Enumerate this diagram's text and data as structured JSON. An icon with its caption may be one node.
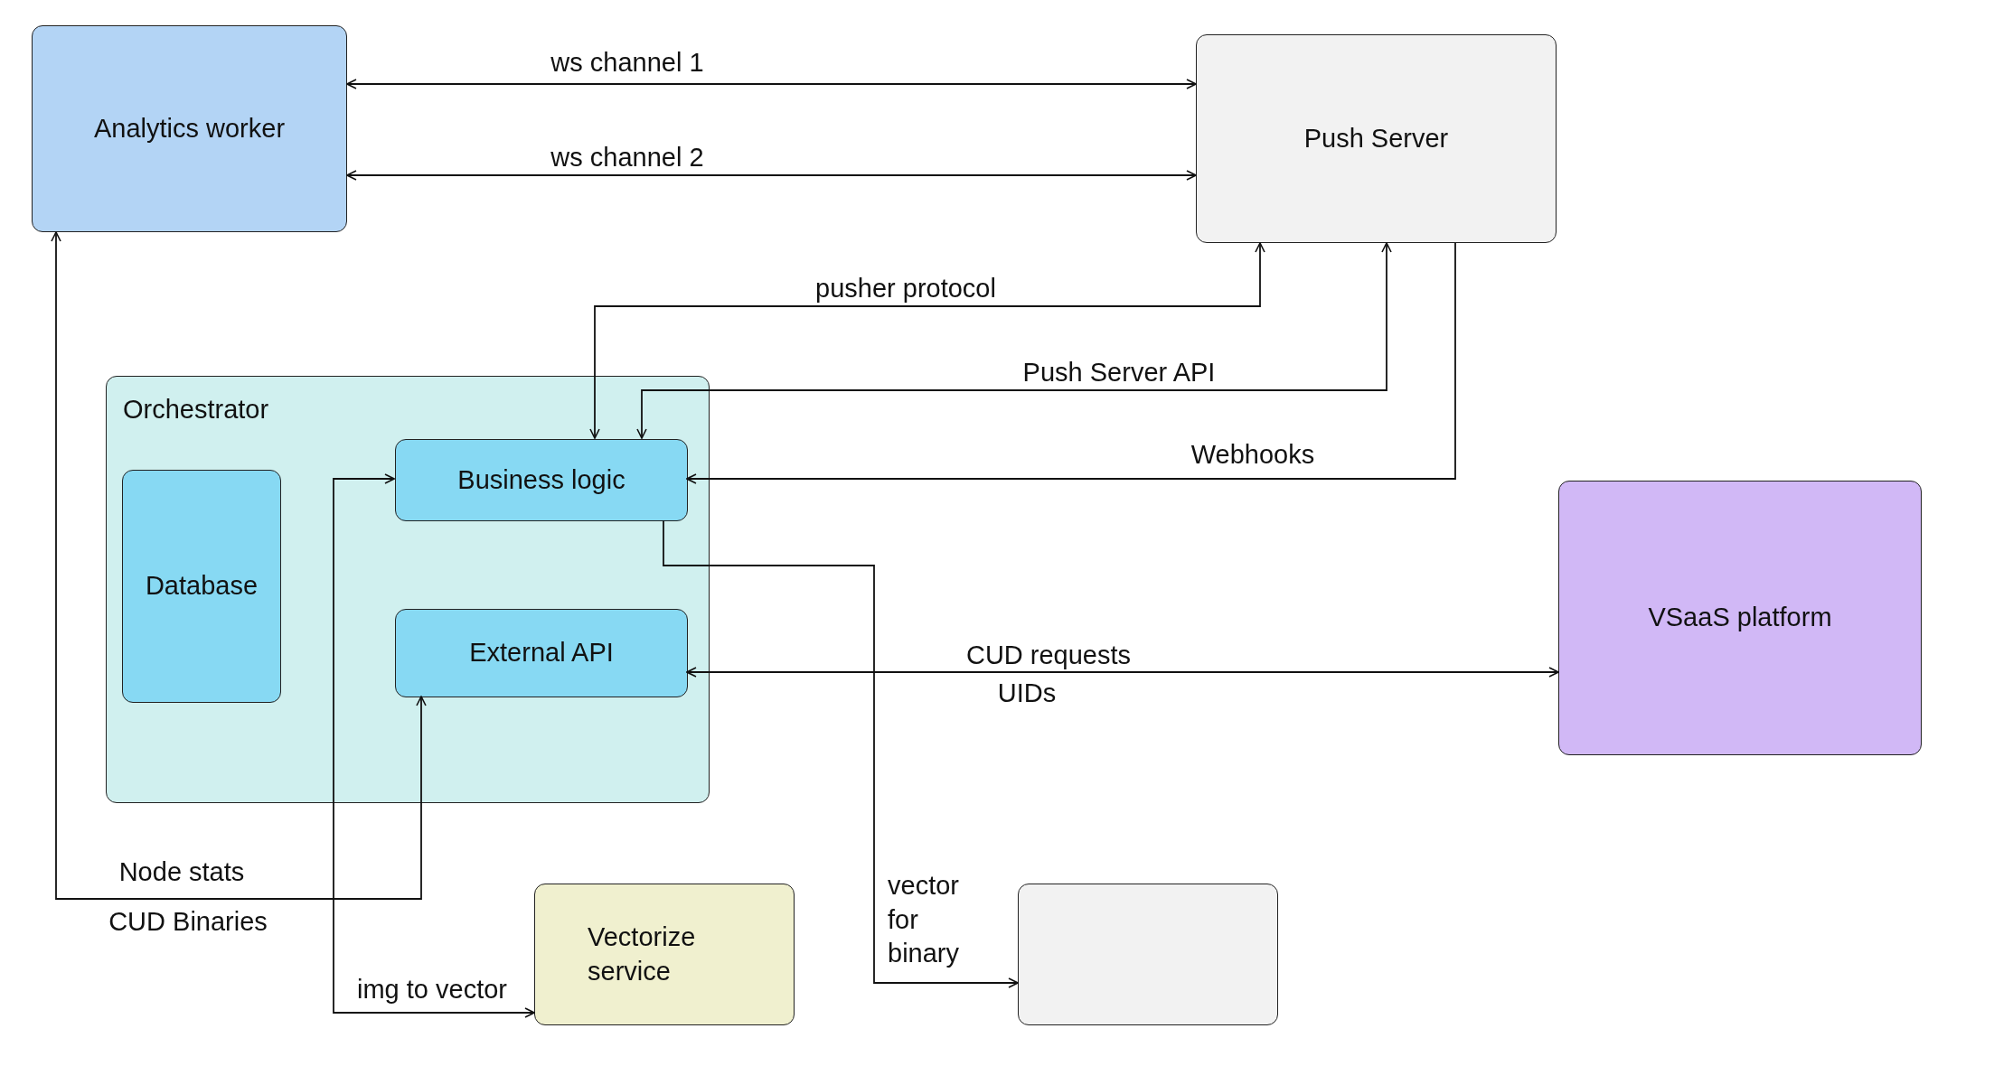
{
  "diagram": {
    "nodes": [
      {
        "text": [
          "Analytics worker"
        ]
      },
      {
        "text": [
          "Push Server"
        ]
      },
      {
        "text": [
          "Orchestrator"
        ]
      },
      {
        "text": [
          "Database"
        ],
        "in": 2
      },
      {
        "text": [
          "Business logic"
        ],
        "in": 2
      },
      {
        "text": [
          "External API"
        ],
        "in": 2
      },
      {
        "text": [
          "VSaaS platform"
        ]
      },
      {
        "text": [
          "Vectorize service"
        ]
      },
      {
        "text": [],
        "shape": "box"
      }
    ],
    "edges": [
      {
        "from": 0,
        "to": 1,
        "arrow": "both",
        "label": "ws channel 1"
      },
      {
        "from": 0,
        "to": 1,
        "arrow": "both",
        "label": "ws channel 2"
      },
      {
        "from": 4,
        "to": 1,
        "arrow": "both",
        "label": "pusher protocol"
      },
      {
        "from": 4,
        "to": 1,
        "arrow": "both",
        "label": "Push Server API"
      },
      {
        "from": 1,
        "to": 4,
        "arrow": "to",
        "label": "Webhooks"
      },
      {
        "from": 4,
        "to": 8,
        "arrow": "to",
        "label": "vector for binary"
      },
      {
        "from": 5,
        "to": 6,
        "arrow": "both",
        "label": "CUD requests"
      },
      {
        "from": 0,
        "to": 5,
        "arrow": "both",
        "label": "Node stats"
      },
      {
        "from": 4,
        "to": 7,
        "arrow": "both",
        "label": "img to vector"
      }
    ],
    "labels": [
      "UIDs",
      "CUD Binaries"
    ]
  }
}
